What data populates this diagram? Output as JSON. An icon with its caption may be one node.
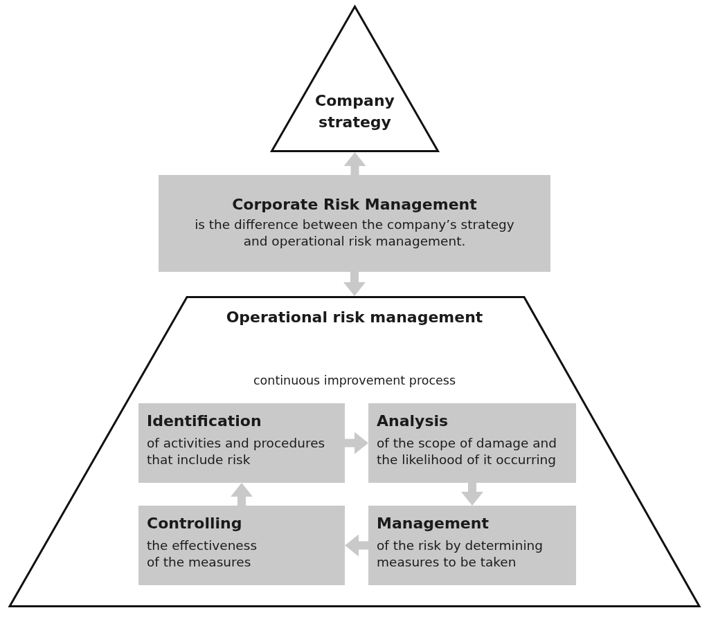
{
  "diagram": {
    "nodes": [
      {
        "text": [
          "Company strategy"
        ]
      },
      {
        "text": [
          "Corporate Risk Management",
          "is the difference between the company’s strategy and operational risk management."
        ]
      },
      {
        "text": [
          "Operational risk management",
          "continuous improvement process"
        ]
      },
      {
        "text": [
          "Identification",
          "of activities and procedures that include risk"
        ],
        "in": 2
      },
      {
        "text": [
          "Analysis",
          "of the scope of damage and the likelihood of it occurring"
        ],
        "in": 2
      },
      {
        "text": [
          "Controlling",
          "the effectiveness of the measures"
        ],
        "in": 2
      },
      {
        "text": [
          "Management",
          "of the risk by determining measures to be taken"
        ],
        "in": 2
      }
    ],
    "edges": [
      {
        "from": 1,
        "to": 0,
        "arrow": "to"
      },
      {
        "from": 1,
        "to": 2,
        "arrow": "to"
      },
      {
        "from": 3,
        "to": 4,
        "arrow": "to"
      },
      {
        "from": 4,
        "to": 6,
        "arrow": "to"
      },
      {
        "from": 6,
        "to": 5,
        "arrow": "to"
      },
      {
        "from": 5,
        "to": 3,
        "arrow": "to"
      }
    ]
  }
}
